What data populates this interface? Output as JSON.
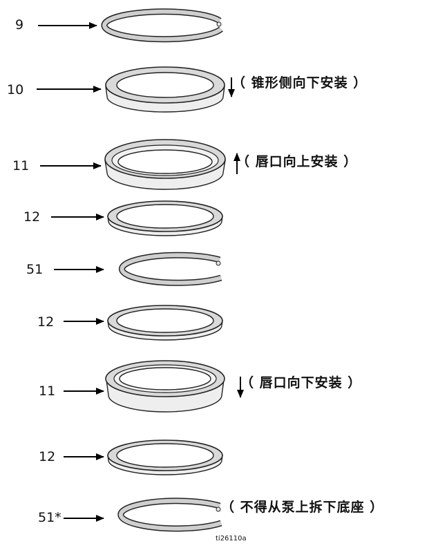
{
  "figure": {
    "reference": "ti26110a",
    "parts": [
      {
        "label": "9"
      },
      {
        "label": "10",
        "note": "（ 锥形侧向下安装 ）",
        "note_arrow": "down"
      },
      {
        "label": "11",
        "note": "（ 唇口向上安装 ）",
        "note_arrow": "up"
      },
      {
        "label": "12"
      },
      {
        "label": "51"
      },
      {
        "label": "12"
      },
      {
        "label": "11",
        "note": "（ 唇口向下安装 ）",
        "note_arrow": "down"
      },
      {
        "label": "12"
      },
      {
        "label": "51*",
        "note": "（ 不得从泵上拆下底座 ）"
      }
    ]
  }
}
